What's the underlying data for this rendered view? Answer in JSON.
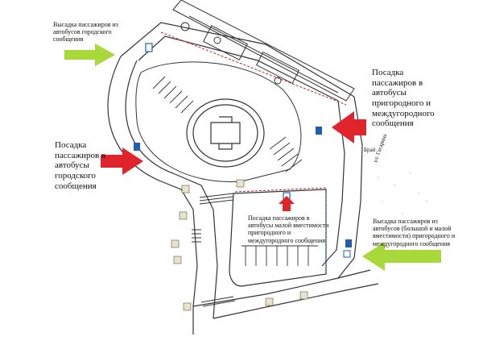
{
  "labels": {
    "city_dropoff": "Высадка пассажиров из\nавтобусов городского\nсообщения",
    "suburban_boarding": "Посадка\nпассажиров в\nавтобусы\nпригородного и\nмеждугородного\nсообщения",
    "city_boarding": "Посадка\nпассажиров в\nавтобусы\nгородского\nсообщения",
    "small_bus_boarding": "Посадка пассажиров в\nавтобусы малой вместимости\nпригородного и\nмеждугородного сообщения",
    "intercity_dropoff": "Высадка пассажиров из\nавтобусов (большой и малой\nвместимости) пригородного и\nмеждугородного сообщения",
    "street_name": "ул. Гагарина",
    "street_short": "Брай"
  },
  "colors": {
    "green_arrow": "#a8d83a",
    "red_arrow": "#e0242c",
    "road_line": "#333333",
    "sign_blue": "#1f5fb3"
  },
  "icons": [
    "green-arrow-icon",
    "red-arrow-icon",
    "bus-stop-sign-icon",
    "road-sign-icon"
  ]
}
